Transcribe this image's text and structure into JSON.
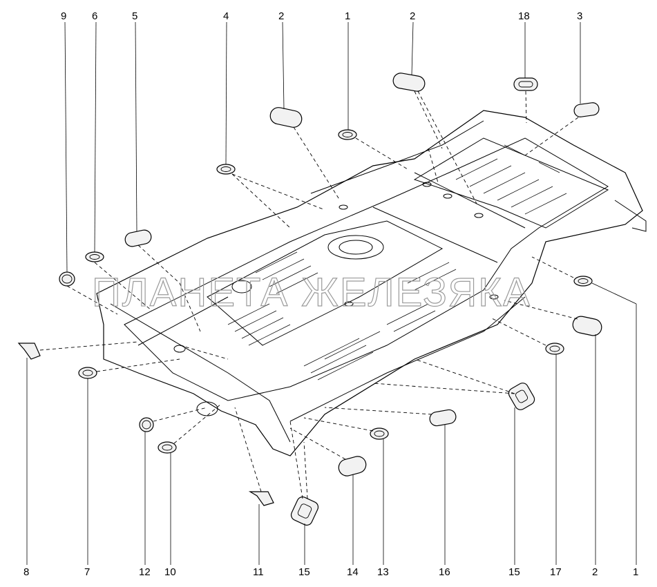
{
  "diagram": {
    "watermark": "ПЛАНЕТА ЖЕЛЕЗЯКА",
    "callouts_top": [
      "9",
      "6",
      "5",
      "4",
      "2",
      "1",
      "2",
      "18",
      "3"
    ],
    "callouts_bottom": [
      "8",
      "7",
      "12",
      "10",
      "11",
      "15",
      "14",
      "13",
      "16",
      "15",
      "17",
      "2",
      "1"
    ]
  }
}
